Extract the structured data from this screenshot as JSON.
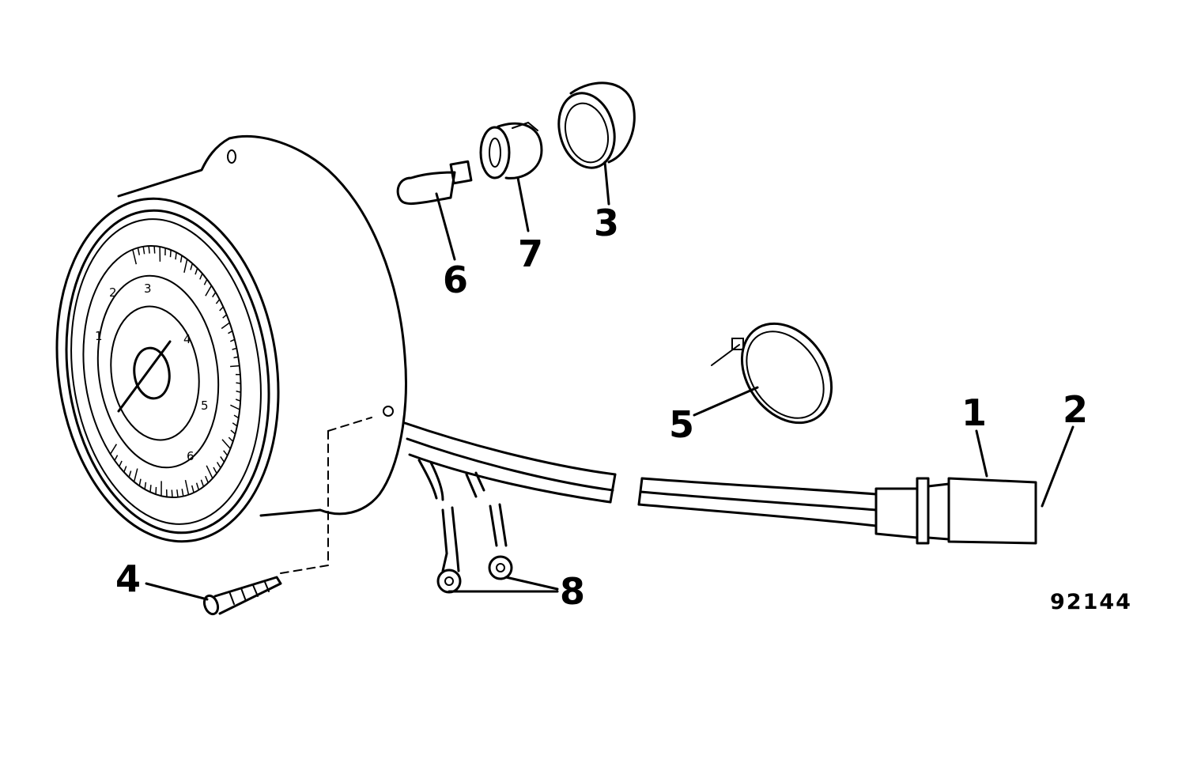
{
  "figure_number": "92144",
  "callouts": {
    "c1": "1",
    "c2": "2",
    "c3": "3",
    "c4": "4",
    "c5": "5",
    "c6": "6",
    "c7": "7",
    "c8": "8"
  },
  "dial_numbers": [
    "1",
    "2",
    "3",
    "4",
    "5",
    "6"
  ]
}
